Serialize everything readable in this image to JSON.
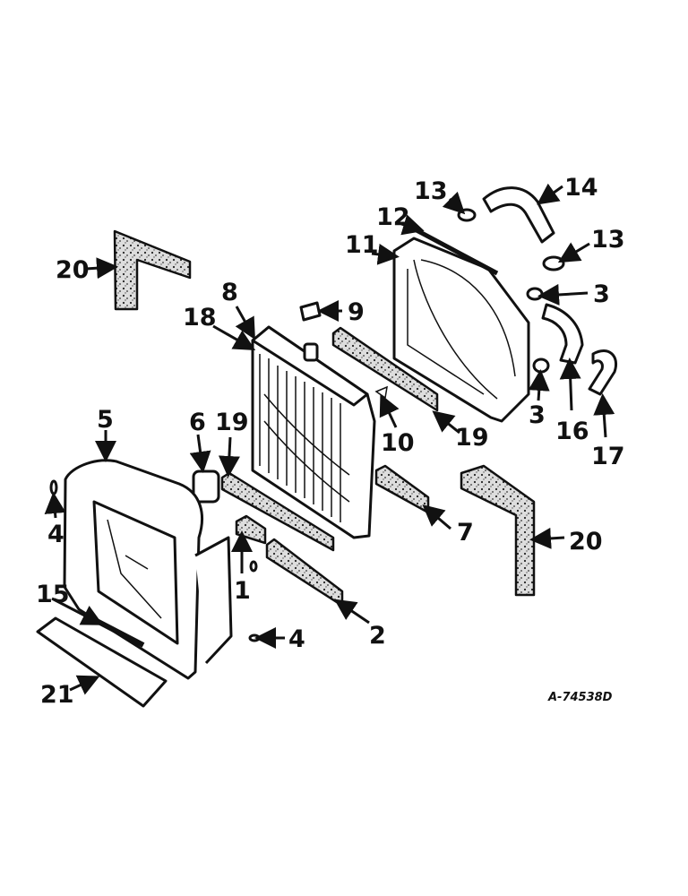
{
  "diagram": {
    "drawing_code": "A-74538D",
    "callouts": [
      "1",
      "2",
      "3",
      "3",
      "4",
      "4",
      "5",
      "6",
      "7",
      "8",
      "9",
      "10",
      "11",
      "12",
      "13",
      "13",
      "14",
      "15",
      "16",
      "17",
      "18",
      "19",
      "19",
      "20",
      "20",
      "21"
    ]
  }
}
